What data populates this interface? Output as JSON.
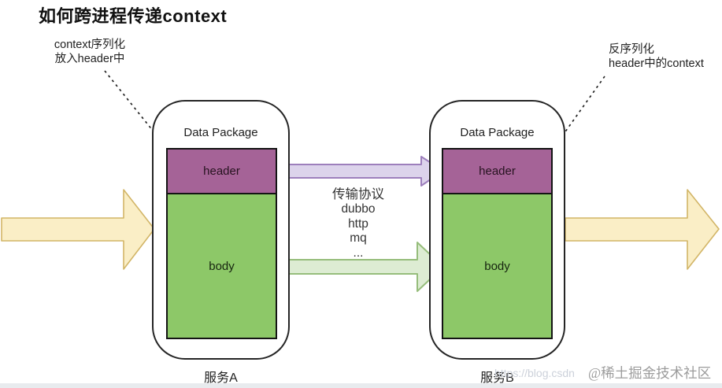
{
  "title": "如何跨进程传递context",
  "annotations": {
    "serialize": {
      "line1": "context序列化",
      "line2": "放入header中"
    },
    "deserialize": {
      "line1": "反序列化",
      "line2": "header中的context"
    }
  },
  "packages": {
    "left": {
      "title": "Data Package",
      "header_label": "header",
      "body_label": "body",
      "caption": "服务A"
    },
    "right": {
      "title": "Data Package",
      "header_label": "header",
      "body_label": "body",
      "caption": "服务B"
    }
  },
  "transport": {
    "title": "传输协议",
    "protocols": [
      "dubbo",
      "http",
      "mq",
      "..."
    ]
  },
  "watermark": {
    "url": "https://blog.csdn",
    "community": "@稀土掘金技术社区"
  },
  "colors": {
    "header_fill": "#a56397",
    "body_fill": "#8dc868",
    "purple_arrow_fill": "#dcd3eb",
    "purple_arrow_stroke": "#9d7fbc",
    "green_arrow_fill": "#ddecd3",
    "green_arrow_stroke": "#96bd7b",
    "yellow_arrow_fill": "#faeec6",
    "yellow_arrow_stroke": "#d2b567",
    "dotted_line": "#222222"
  }
}
